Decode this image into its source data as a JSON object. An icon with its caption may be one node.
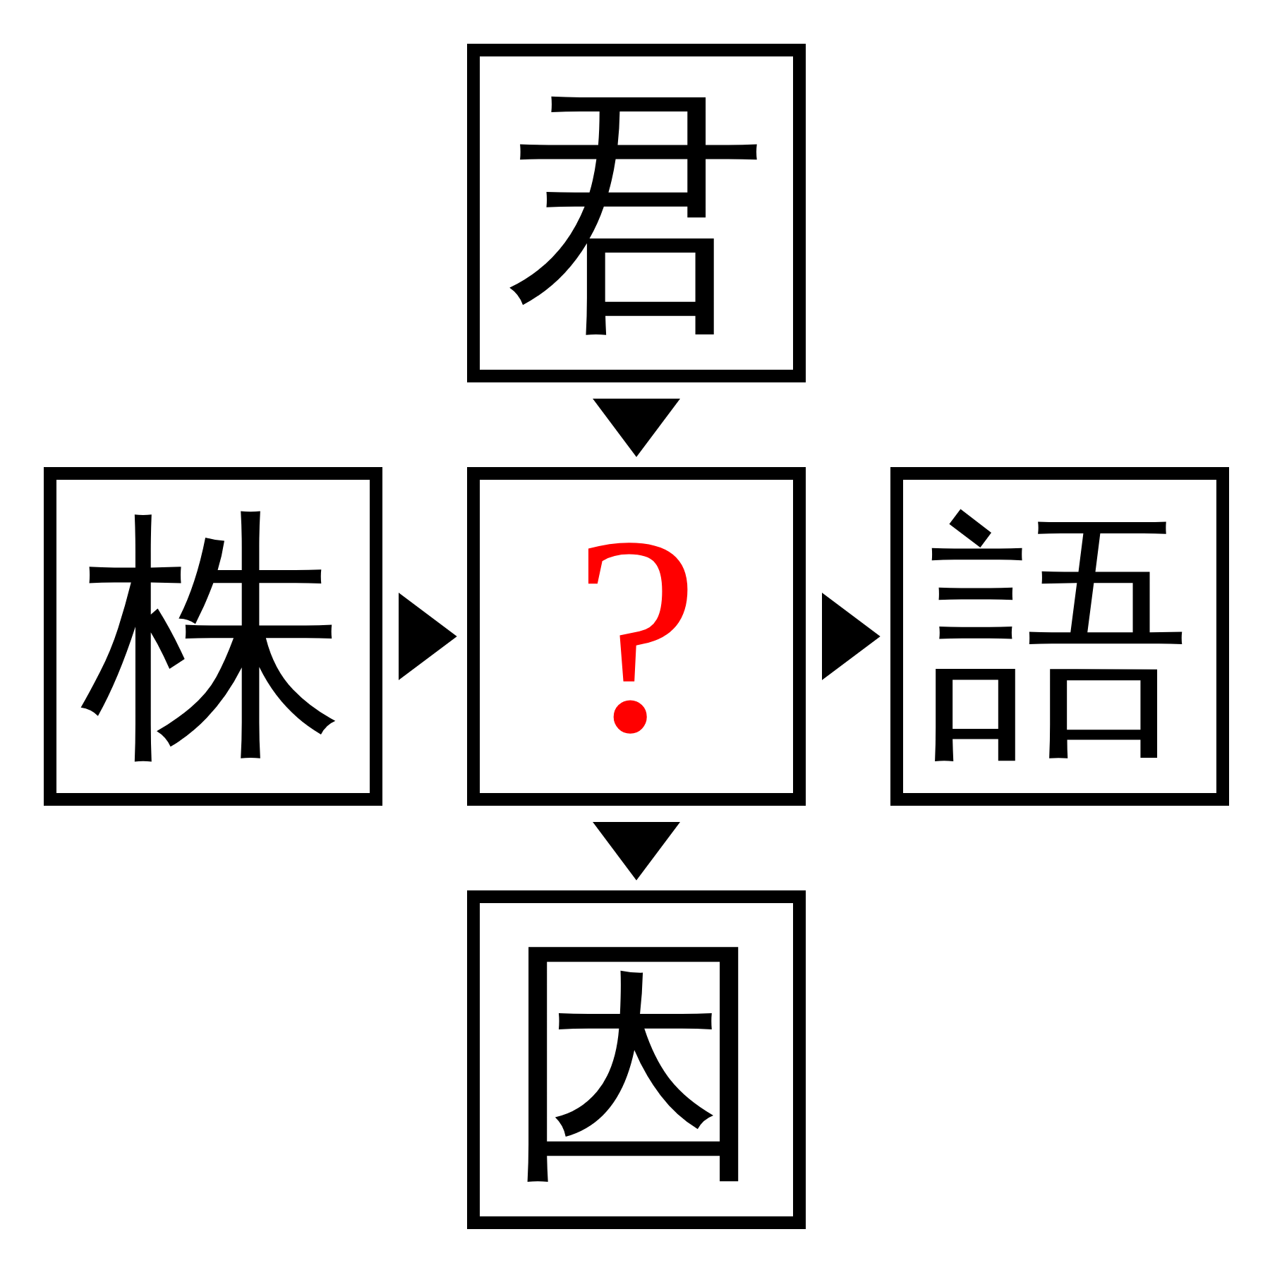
{
  "diagram": {
    "nodes": [
      {
        "text": [
          "君"
        ]
      },
      {
        "text": [
          "株"
        ]
      },
      {
        "text": [
          "?"
        ]
      },
      {
        "text": [
          "語"
        ]
      },
      {
        "text": [
          "因"
        ]
      }
    ],
    "edges": [
      {
        "from": 0,
        "to": 2,
        "arrow": "to"
      },
      {
        "from": 1,
        "to": 2,
        "arrow": "to"
      },
      {
        "from": 2,
        "to": 3,
        "arrow": "to"
      },
      {
        "from": 2,
        "to": 4,
        "arrow": "to"
      }
    ]
  }
}
